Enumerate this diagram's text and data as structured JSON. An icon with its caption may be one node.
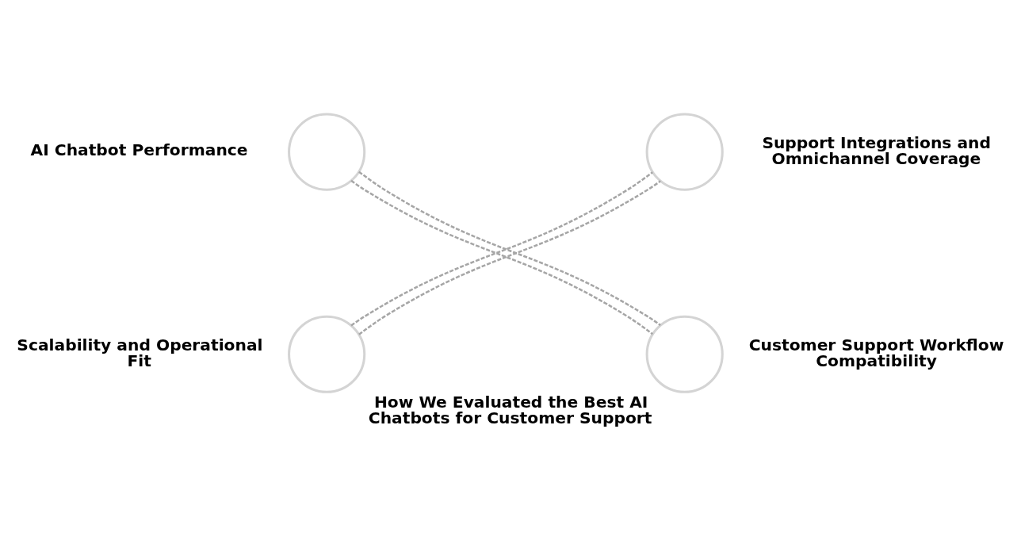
{
  "diagram": {
    "title": "How We Evaluated the Best AI Chatbots for Customer Support",
    "nodes": [
      {
        "text": [],
        "shape": "circle",
        "beside": [
          "AI Chatbot Performance"
        ]
      },
      {
        "text": [],
        "shape": "circle",
        "beside": [
          "Support Integrations and Omnichannel Coverage"
        ]
      },
      {
        "text": [],
        "shape": "circle",
        "beside": [
          "Scalability and Operational Fit"
        ]
      },
      {
        "text": [],
        "shape": "circle",
        "beside": [
          "Customer Support Workflow Compatibility"
        ]
      }
    ],
    "edges": [
      {
        "from": 0,
        "to": 3,
        "arrow": "none",
        "style": "dashed"
      },
      {
        "from": 0,
        "to": 3,
        "arrow": "none",
        "style": "dashed"
      },
      {
        "from": 2,
        "to": 1,
        "arrow": "none",
        "style": "dashed"
      },
      {
        "from": 2,
        "to": 1,
        "arrow": "none",
        "style": "dashed"
      }
    ]
  }
}
